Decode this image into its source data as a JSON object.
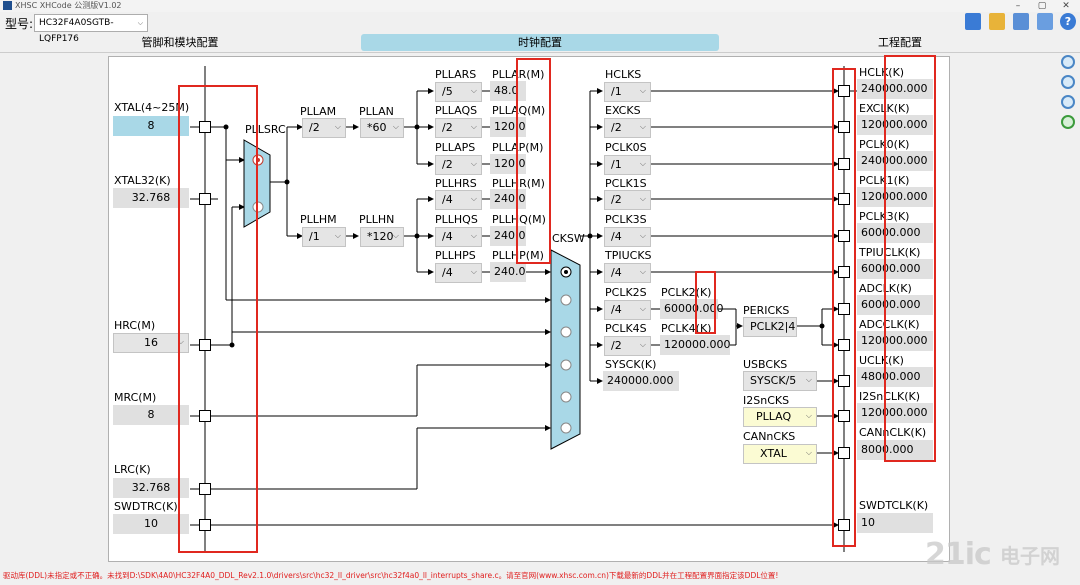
{
  "window": {
    "title": "XHSC XHCode 公测版V1.02"
  },
  "toolbar": {
    "model_label": "型号:",
    "model_value": "HC32F4A0SGTB-LQFP176"
  },
  "tabs": [
    {
      "label": "管脚和模块配置"
    },
    {
      "label": "时钟配置"
    },
    {
      "label": "工程配置"
    }
  ],
  "sources": {
    "xtal": {
      "label": "XTAL(4~25M)",
      "value": "8"
    },
    "xtal32": {
      "label": "XTAL32(K)",
      "value": "32.768"
    },
    "hrc": {
      "label": "HRC(M)",
      "value": "16"
    },
    "mrc": {
      "label": "MRC(M)",
      "value": "8"
    },
    "lrc": {
      "label": "LRC(K)",
      "value": "32.768"
    },
    "swdtrc": {
      "label": "SWDTRC(K)",
      "value": "10"
    }
  },
  "pllsrc": {
    "label": "PLLSRC"
  },
  "pll": {
    "pllam": {
      "label": "PLLAM",
      "value": "/2"
    },
    "pllan": {
      "label": "PLLAN",
      "value": "*60"
    },
    "pllhm": {
      "label": "PLLHM",
      "value": "/1"
    },
    "pllhn": {
      "label": "PLLHN",
      "value": "*120"
    },
    "outputs": [
      {
        "div_label": "PLLARS",
        "div": "/5",
        "out_label": "PLLAR(M)",
        "out": "48.0"
      },
      {
        "div_label": "PLLAQS",
        "div": "/2",
        "out_label": "PLLAQ(M)",
        "out": "120.0"
      },
      {
        "div_label": "PLLAPS",
        "div": "/2",
        "out_label": "PLLAP(M)",
        "out": "120.0"
      },
      {
        "div_label": "PLLHRS",
        "div": "/4",
        "out_label": "PLLHR(M)",
        "out": "240.0"
      },
      {
        "div_label": "PLLHQS",
        "div": "/4",
        "out_label": "PLLHQ(M)",
        "out": "240.0"
      },
      {
        "div_label": "PLLHPS",
        "div": "/4",
        "out_label": "PLLHP(M)",
        "out": "240.0"
      }
    ]
  },
  "cksw": {
    "label": "CKSW"
  },
  "dividers": [
    {
      "label": "HCLKS",
      "value": "/1"
    },
    {
      "label": "EXCKS",
      "value": "/2"
    },
    {
      "label": "PCLK0S",
      "value": "/1"
    },
    {
      "label": "PCLK1S",
      "value": "/2"
    },
    {
      "label": "PCLK3S",
      "value": "/4"
    },
    {
      "label": "TPIUCKS",
      "value": "/4"
    },
    {
      "label": "PCLK2S",
      "value": "/4"
    },
    {
      "label": "PCLK4S",
      "value": "/2"
    }
  ],
  "pclk2": {
    "label": "PCLK2(K)",
    "value": "60000.000"
  },
  "pclk4": {
    "label": "PCLK4(K)",
    "value": "120000.000"
  },
  "sysck": {
    "label": "SYSCK(K)",
    "value": "240000.000"
  },
  "peri": {
    "pericks": {
      "label": "PERICKS",
      "value": "PCLK2|4"
    },
    "usbcks": {
      "label": "USBCKS",
      "value": "SYSCK/5"
    },
    "i2sncks": {
      "label": "I2SnCKS",
      "value": "PLLAQ"
    },
    "canncks": {
      "label": "CANnCKS",
      "value": "XTAL"
    }
  },
  "clocks": [
    {
      "label": "HCLK(K)",
      "value": "240000.000"
    },
    {
      "label": "EXCLK(K)",
      "value": "120000.000"
    },
    {
      "label": "PCLK0(K)",
      "value": "240000.000"
    },
    {
      "label": "PCLK1(K)",
      "value": "120000.000"
    },
    {
      "label": "PCLK3(K)",
      "value": "60000.000"
    },
    {
      "label": "TPIUCLK(K)",
      "value": "60000.000"
    },
    {
      "label": "ADCLK(K)",
      "value": "60000.000"
    },
    {
      "label": "ADCCLK(K)",
      "value": "120000.000"
    },
    {
      "label": "UCLK(K)",
      "value": "48000.000"
    },
    {
      "label": "I2SnCLK(K)",
      "value": "120000.000"
    },
    {
      "label": "CANnCLK(K)",
      "value": "8000.000"
    },
    {
      "label": "SWDTCLK(K)",
      "value": "10"
    }
  ],
  "status": "驱动库(DDL)未指定或不正确。未找到D:\\SDK\\4A0\\HC32F4A0_DDL_Rev2.1.0\\drivers\\src\\hc32_ll_driver\\src\\hc32f4a0_ll_interrupts_share.c。请至官网(www.xhsc.com.cn)下载最新的DDL并在工程配置界面指定该DDL位置!",
  "watermark": {
    "text1": "21ic",
    "text2": "电子网"
  },
  "colors": {
    "highlight": "#e0281f",
    "tab_active": "#a9d8e7",
    "mux": "#a9d8e7"
  }
}
